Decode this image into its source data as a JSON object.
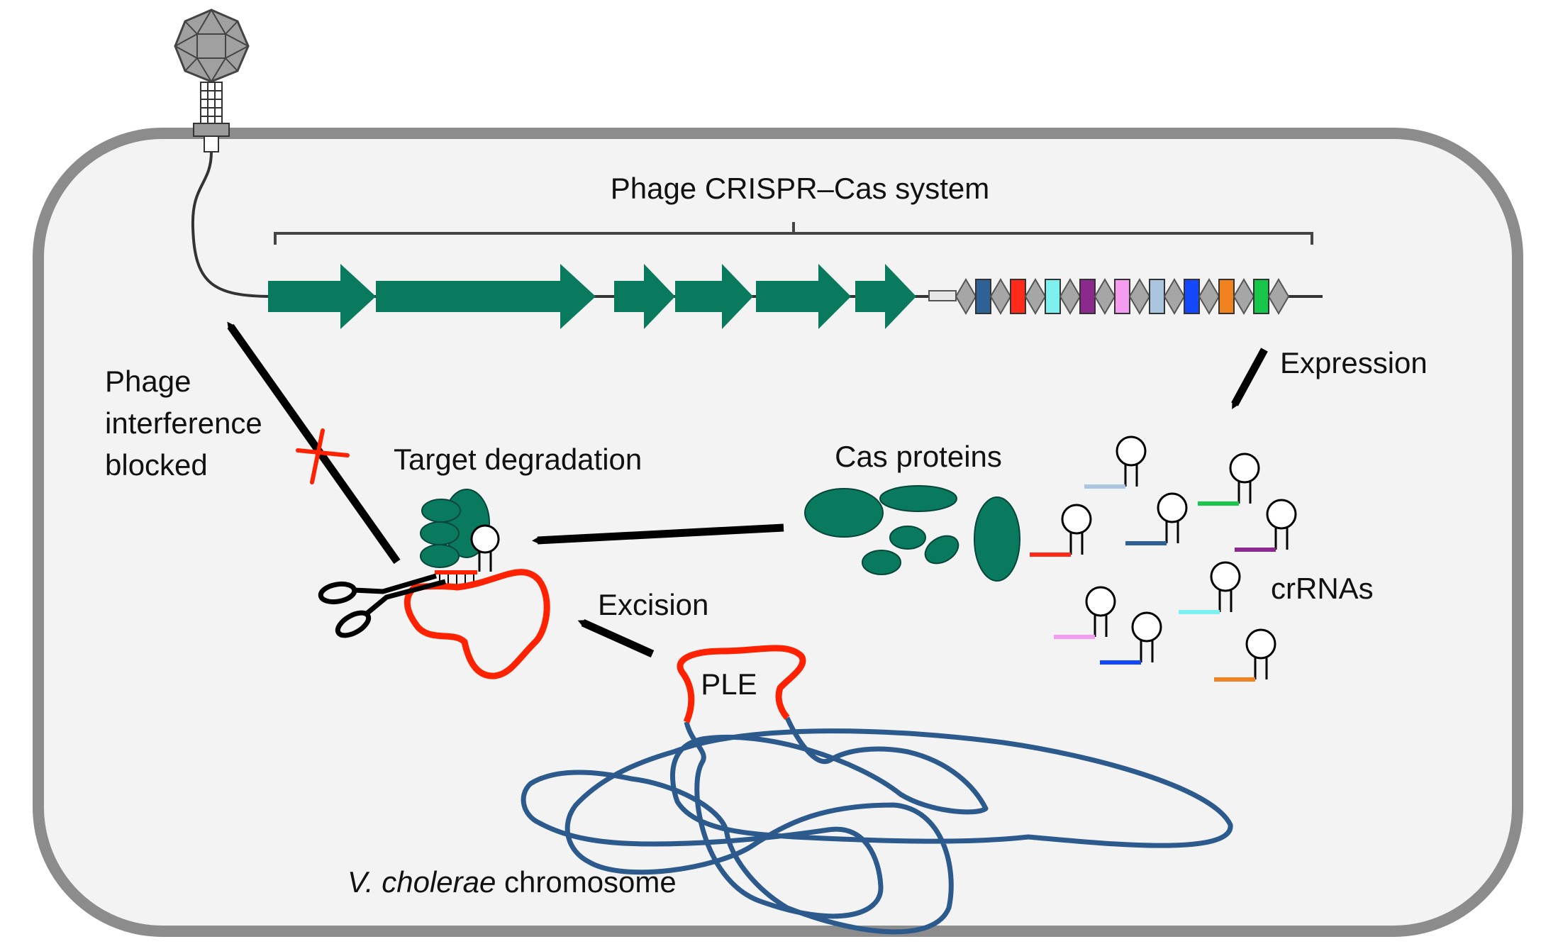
{
  "labels": {
    "system_title": "Phage CRISPR–Cas system",
    "expression": "Expression",
    "interference_line1": "Phage",
    "interference_line2": "interference",
    "interference_line3": "blocked",
    "target_degradation": "Target degradation",
    "cas_proteins": "Cas proteins",
    "crrnas": "crRNAs",
    "excision": "Excision",
    "ple": "PLE",
    "chromosome_italic": "V. cholerae",
    "chromosome_rest": " chromosome"
  },
  "colors": {
    "cell_wall": "#8c8c8c",
    "cell_fill": "#f3f3f3",
    "cas_green": "#0a7a5f",
    "ple_red": "#ff2200",
    "chromosome_blue": "#2c5a8c",
    "repeat_gray": "#a6a6a6",
    "block_x": "#ff2200"
  },
  "spacer_colors": [
    "#2e6296",
    "#ff2a1a",
    "#7ff0f0",
    "#8b2a8c",
    "#f49cf0",
    "#a9c5e0",
    "#1448ff",
    "#f08320",
    "#17c74a"
  ],
  "crrna_colors": [
    "#a9c5e0",
    "#17c74a",
    "#2e6296",
    "#8b2a8c",
    "#ff2a1a",
    "#7ff0f0",
    "#f49cf0",
    "#1448ff",
    "#f08320"
  ],
  "icons": [
    "phage-icon",
    "scissors-icon",
    "block-x-icon"
  ]
}
